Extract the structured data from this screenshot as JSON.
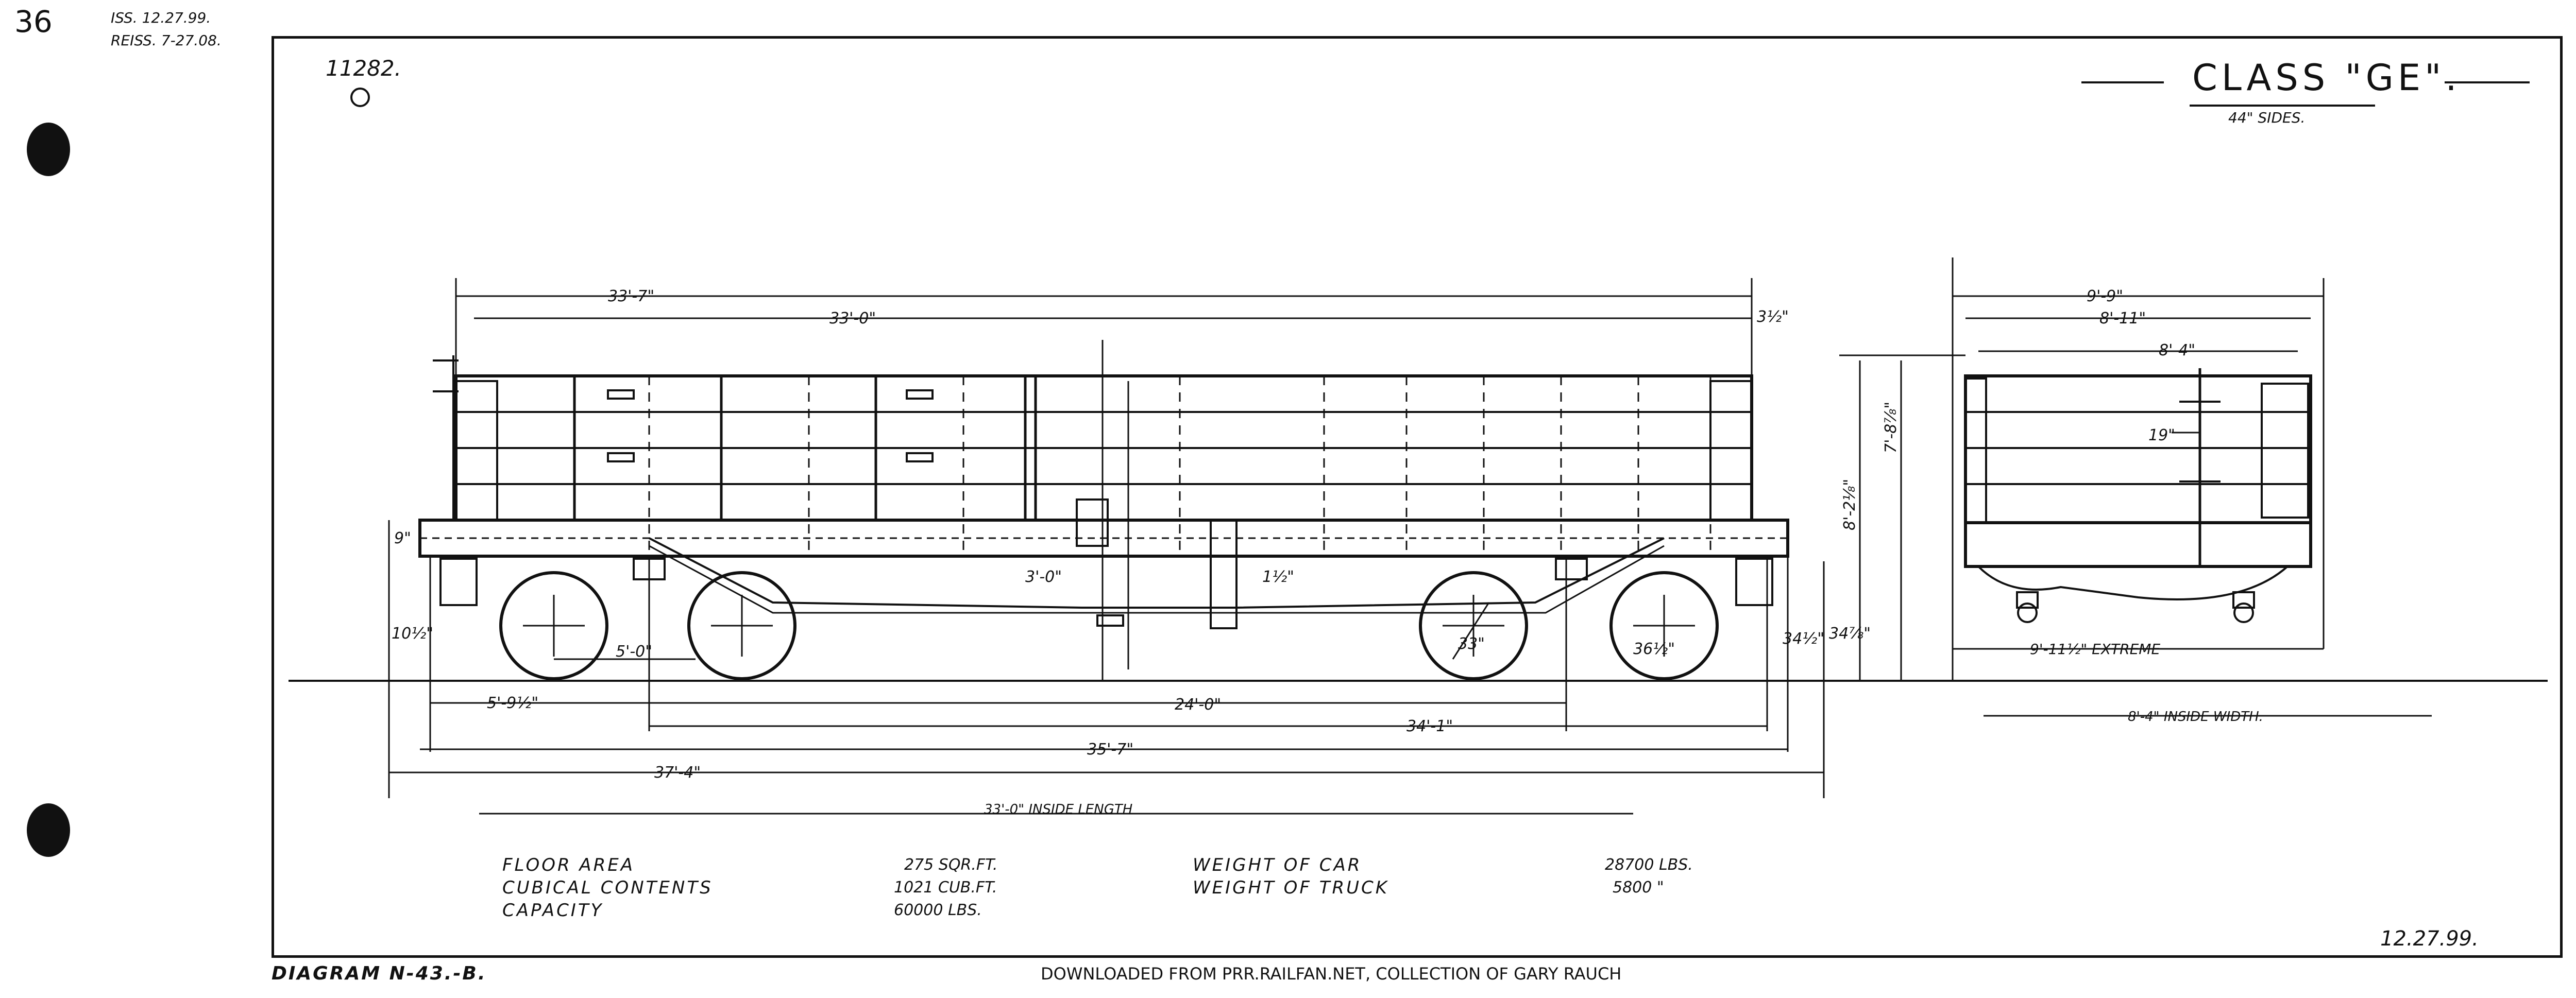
{
  "page": {
    "sheet_number": "36",
    "issue_line1": "ISS. 12.27.99.",
    "issue_line2": "REISS. 7-27.08.",
    "drawing_number": "11282.",
    "class_title": "CLASS \"GE\".",
    "class_subtitle": "44\" SIDES.",
    "diagram_label": "DIAGRAM N-43.-B.",
    "footer_credit": "DOWNLOADED FROM PRR.RAILFAN.NET, COLLECTION OF GARY RAUCH",
    "date_stamp": "12.27.99."
  },
  "side_view_dimensions": {
    "overall_top": "33'-7\"",
    "body_top": "33'-0\"",
    "end_offset": "3½\"",
    "side_height_9": "9\"",
    "height_10": "10½\"",
    "wheelbase": "5'-0\"",
    "end_to_truck": "5'-9½\"",
    "truck_centers": "24'-0\"",
    "over_couplers_inner": "34'-1\"",
    "over_end_sills": "35'-7\"",
    "overall_length": "37'-4\"",
    "inside_length": "33'-0\" INSIDE LENGTH",
    "center_3_0": "3'-0\"",
    "post_1_half": "1½\"",
    "wheel_dia": "33\"",
    "height_34": "34½\"",
    "height_34_b": "34⅞\"",
    "height_36": "36½\""
  },
  "end_view_dimensions": {
    "width_9_9": "9'-9\"",
    "width_8_11": "8'-11\"",
    "width_8_4_top": "8'-4\"",
    "height_8_2": "8'-2⅛\"",
    "height_7_8": "7'-8⅞\"",
    "spacing_19": "19\"",
    "extreme_width": "9'-11½\" EXTREME",
    "inside_width": "8'-4\" INSIDE WIDTH."
  },
  "specs": {
    "left": [
      {
        "label": "FLOOR AREA",
        "value": "275 SQR.FT."
      },
      {
        "label": "CUBICAL CONTENTS",
        "value": "1021 CUB.FT."
      },
      {
        "label": "CAPACITY",
        "value": "60000 LBS."
      }
    ],
    "right": [
      {
        "label": "WEIGHT OF CAR",
        "value": "28700 LBS."
      },
      {
        "label": "WEIGHT OF TRUCK",
        "value": "5800 \""
      }
    ]
  }
}
